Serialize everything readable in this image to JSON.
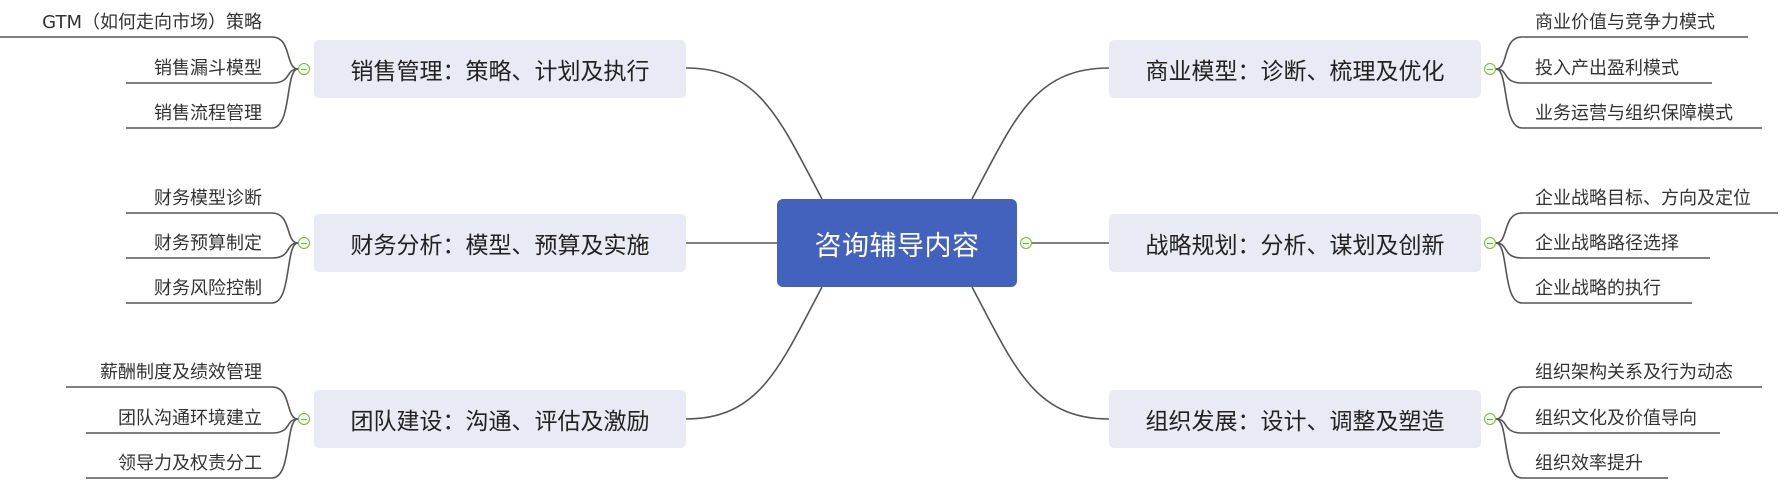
{
  "center": {
    "title": "咨询辅导内容"
  },
  "branches": [
    {
      "title": "销售管理：策略、计划及执行",
      "side": "left",
      "children": [
        "GTM（如何走向市场）策略",
        "销售漏斗模型",
        "销售流程管理"
      ]
    },
    {
      "title": "财务分析：模型、预算及实施",
      "side": "left",
      "children": [
        "财务模型诊断",
        "财务预算制定",
        "财务风险控制"
      ]
    },
    {
      "title": "团队建设：沟通、评估及激励",
      "side": "left",
      "children": [
        "薪酬制度及绩效管理",
        "团队沟通环境建立",
        "领导力及权责分工"
      ]
    },
    {
      "title": "商业模型：诊断、梳理及优化",
      "side": "right",
      "children": [
        "商业价值与竞争力模式",
        "投入产出盈利模式",
        "业务运营与组织保障模式"
      ]
    },
    {
      "title": "战略规划：分析、谋划及创新",
      "side": "right",
      "children": [
        "企业战略目标、方向及定位",
        "企业战略路径选择",
        "企业战略的执行"
      ]
    },
    {
      "title": "组织发展：设计、调整及塑造",
      "side": "right",
      "children": [
        "组织架构关系及行为动态",
        "组织文化及价值导向",
        "组织效率提升"
      ]
    }
  ],
  "colors": {
    "central": "#4362be",
    "branch": "#e9eaf3",
    "line": "#555555",
    "collapse": "#7cb342"
  }
}
